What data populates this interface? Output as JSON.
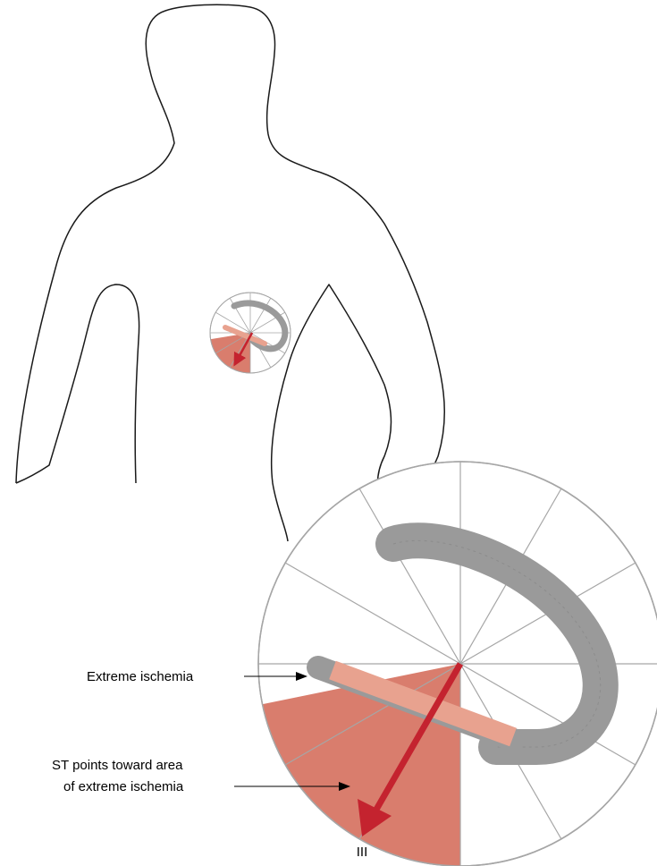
{
  "labels": {
    "extreme_ischemia": "Extreme ischemia",
    "st_points_line1": "ST points toward area",
    "st_points_line2": "of extreme ischemia",
    "lead": "III"
  },
  "colors": {
    "ischemia_sector": "#d97d6d",
    "st_arrow": "#c4232f",
    "myocardium_gray": "#9a9a9a",
    "ischemic_band": "#e8a28f",
    "wheel_lines": "#a6a6a6",
    "body_outline": "#1a1a1a"
  }
}
